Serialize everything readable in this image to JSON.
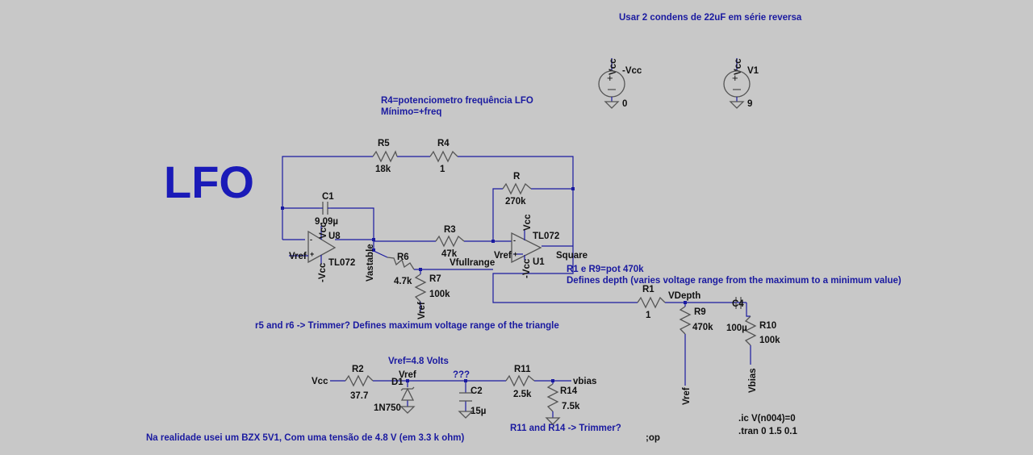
{
  "title": "LFO",
  "notes": {
    "top": "Usar 2 condens de 22uF em série reversa",
    "r4a": "R4=potenciometro frequência LFO",
    "r4b": "Mínimo=+freq",
    "r1r9a": "R1 e R9=pot 470k",
    "r1r9b": "Defines depth (varies voltage range from the maximum to a minimum value)",
    "r5r6": "r5 and r6 -> Trimmer? Defines maximum voltage range of the triangle",
    "vref": "Vref=4.8 Volts",
    "qqq": "???",
    "r11r14": "R11 and R14 -> Trimmer?",
    "bottom": "Na realidade usei um BZX 5V1, Com uma tensão de 4.8 V (em 3.3 k ohm)",
    "ic": ".ic V(n004)=0",
    "tran": ".tran 0 1.5 0.1",
    "op": ";op"
  },
  "components": {
    "R5": {
      "name": "R5",
      "value": "18k"
    },
    "R4": {
      "name": "R4",
      "value": "1"
    },
    "C1": {
      "name": "C1",
      "value": "9.09µ"
    },
    "R": {
      "name": "R",
      "value": "270k"
    },
    "R3": {
      "name": "R3",
      "value": "47k"
    },
    "R6": {
      "name": "R6",
      "value": "4.7k"
    },
    "R7": {
      "name": "R7",
      "value": "100k"
    },
    "R1": {
      "name": "R1",
      "value": "1"
    },
    "R9": {
      "name": "R9",
      "value": "470k"
    },
    "C4": {
      "name": "C4",
      "value": "100µ"
    },
    "R10": {
      "name": "R10",
      "value": "100k"
    },
    "R2": {
      "name": "R2",
      "value": "37.7"
    },
    "D1": {
      "name": "D1",
      "value": "1N750"
    },
    "C2": {
      "name": "C2",
      "value": "15µ"
    },
    "R11": {
      "name": "R11",
      "value": "2.5k"
    },
    "R14": {
      "name": "R14",
      "value": "7.5k"
    },
    "U8": {
      "name": "U8",
      "value": "TL072"
    },
    "U1": {
      "name": "U1",
      "value": "TL072"
    },
    "Vneg": {
      "name": "-Vcc",
      "value": "0"
    },
    "V1": {
      "name": "V1",
      "value": "9"
    }
  },
  "nets": {
    "vcc": "Vcc",
    "negvcc": "-Vcc",
    "vref": "Vref",
    "vastable": "Vastable",
    "vfullrange": "Vfullrange",
    "square": "Square",
    "vdepth": "VDepth",
    "vbias": "vbias",
    "vbias_cap": "Vbias"
  }
}
